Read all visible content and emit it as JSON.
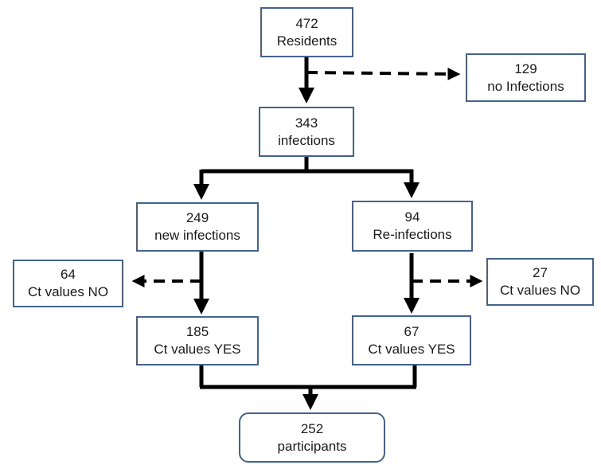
{
  "nodes": {
    "residents": {
      "count": "472",
      "label": "Residents"
    },
    "no_infections": {
      "count": "129",
      "label": "no Infections"
    },
    "infections": {
      "count": "343",
      "label": "infections"
    },
    "new_infections": {
      "count": "249",
      "label": "new infections"
    },
    "re_infections": {
      "count": "94",
      "label": "Re-infections"
    },
    "new_ct_no": {
      "count": "64",
      "label": "Ct values NO"
    },
    "re_ct_no": {
      "count": "27",
      "label": "Ct values NO"
    },
    "new_ct_yes": {
      "count": "185",
      "label": "Ct values YES"
    },
    "re_ct_yes": {
      "count": "67",
      "label": "Ct values YES"
    },
    "participants": {
      "count": "252",
      "label": "participants"
    }
  },
  "colors": {
    "box_border": "#44628f",
    "arrow": "#000000",
    "text": "#1a1a1a"
  }
}
